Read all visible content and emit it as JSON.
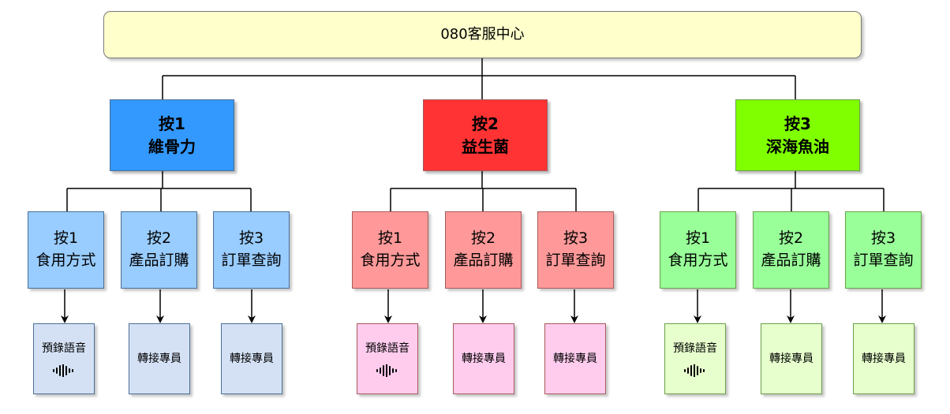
{
  "root": {
    "title": "080客服中心",
    "fill": "#ffffcc"
  },
  "branches": [
    {
      "key": "按1",
      "product": "維骨力",
      "color": "#3399ff",
      "sub_color": "#99ccff",
      "leaf_color": "#d4e1f5",
      "options": [
        {
          "key": "按1",
          "label": "食用方式",
          "leaf": "預錄語音",
          "leaf_icon": "audio-wave-icon"
        },
        {
          "key": "按2",
          "label": "產品訂購",
          "leaf": "轉接專員"
        },
        {
          "key": "按3",
          "label": "訂單查詢",
          "leaf": "轉接專員"
        }
      ]
    },
    {
      "key": "按2",
      "product": "益生菌",
      "color": "#ff3333",
      "sub_color": "#ff9999",
      "leaf_color": "#ffccee",
      "options": [
        {
          "key": "按1",
          "label": "食用方式",
          "leaf": "預錄語音",
          "leaf_icon": "audio-wave-icon"
        },
        {
          "key": "按2",
          "label": "產品訂購",
          "leaf": "轉接專員"
        },
        {
          "key": "按3",
          "label": "訂單查詢",
          "leaf": "轉接專員"
        }
      ]
    },
    {
      "key": "按3",
      "product": "深海魚油",
      "color": "#80ff00",
      "sub_color": "#99ff99",
      "leaf_color": "#e6ffcc",
      "options": [
        {
          "key": "按1",
          "label": "食用方式",
          "leaf": "預錄語音",
          "leaf_icon": "audio-wave-icon"
        },
        {
          "key": "按2",
          "label": "產品訂購",
          "leaf": "轉接專員"
        },
        {
          "key": "按3",
          "label": "訂單查詢",
          "leaf": "轉接專員"
        }
      ]
    }
  ]
}
